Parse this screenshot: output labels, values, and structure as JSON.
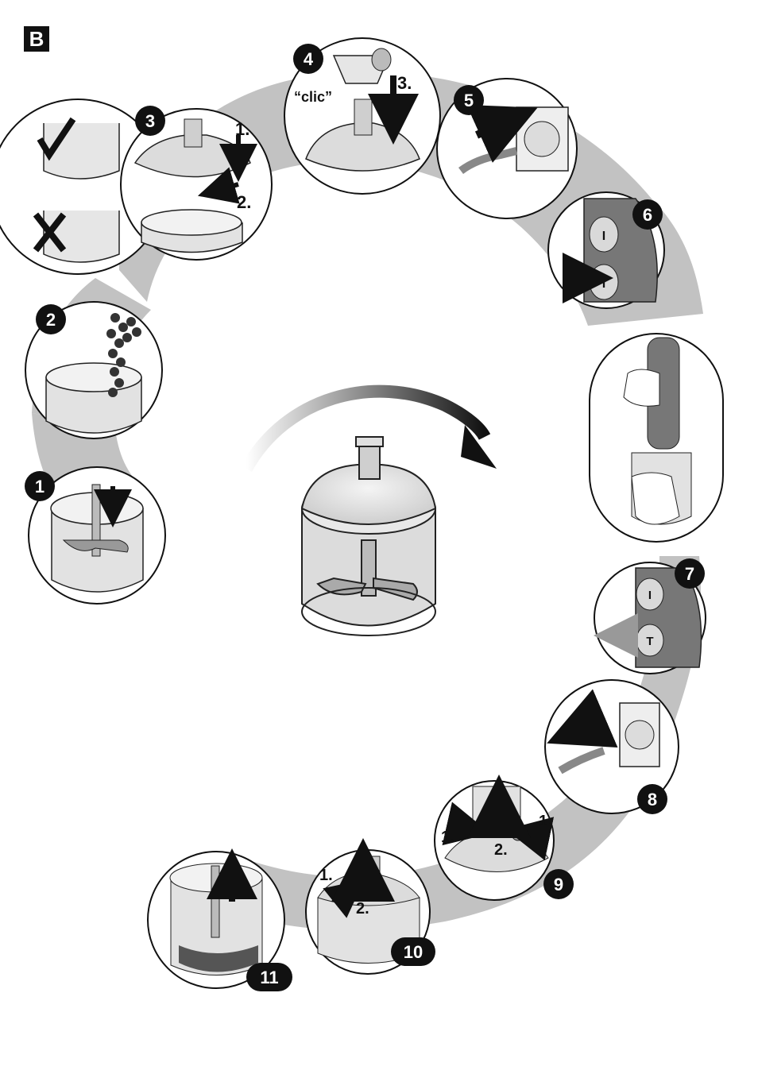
{
  "section_label": "B",
  "steps": [
    "1",
    "2",
    "3",
    "4",
    "5",
    "6",
    "7",
    "8",
    "9",
    "10",
    "11"
  ],
  "annotations": {
    "step3_sub1": "1.",
    "step3_sub2": "2.",
    "step4_sound": "“clic”",
    "step4_sub3": "3.",
    "step9_sub1_left": "1.",
    "step9_sub1_right": "1.",
    "step9_sub2": "2.",
    "step10_sub1": "1.",
    "step10_sub2": "2."
  },
  "icons": {
    "correct": "check-icon",
    "incorrect": "cross-icon",
    "power_on": "power-button-I-icon",
    "turbo": "turbo-button-T-icon"
  },
  "colors": {
    "ink": "#111111",
    "path_gray": "#bdbdbd",
    "bowl_gray": "#d9d9d9",
    "badge_fill": "#111111",
    "badge_text": "#ffffff"
  }
}
